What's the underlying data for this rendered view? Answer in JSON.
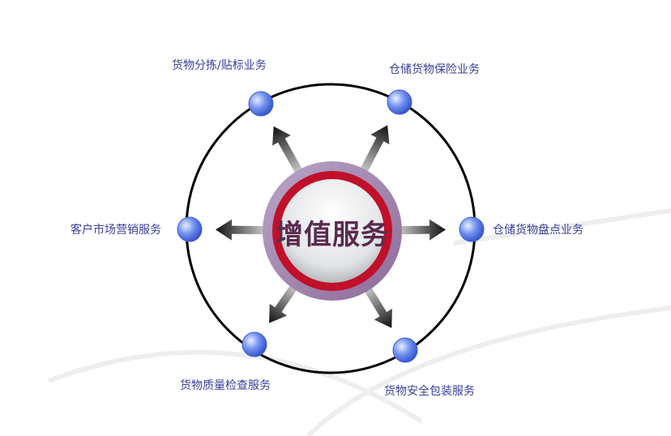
{
  "center": {
    "title": "增值服务"
  },
  "services": [
    {
      "label": "货物分拣/贴标业务"
    },
    {
      "label": "仓储货物保险业务"
    },
    {
      "label": "仓储货物盘点业务"
    },
    {
      "label": "货物安全包装服务"
    },
    {
      "label": "货物质量检查服务"
    },
    {
      "label": "客户市场营销服务"
    }
  ],
  "colors": {
    "label": "#3b3f9e",
    "node": "#5f7df0",
    "ring": "#c0102a",
    "title": "#5a2a4e"
  }
}
